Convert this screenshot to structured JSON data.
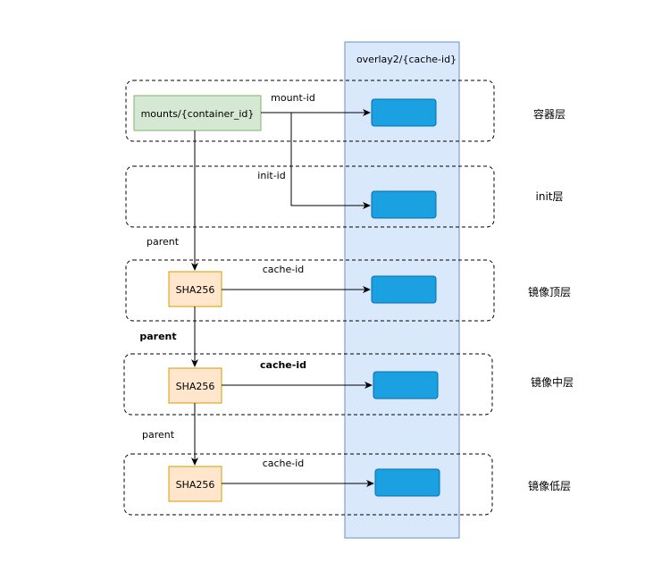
{
  "overlay": {
    "title": "overlay2/{cache-id}",
    "fill": "#dae8fc",
    "stroke": "#6c8ebf"
  },
  "container_node": {
    "label": "mounts/{container_id}",
    "fill": "#d5e8d4",
    "stroke": "#82b366"
  },
  "sha_nodes": {
    "top": "SHA256",
    "middle": "SHA256",
    "bottom": "SHA256",
    "fill": "#ffe6cc",
    "stroke": "#d79b00"
  },
  "cache_box_color": "#1ba1e2",
  "edges": {
    "mount_id": "mount-id",
    "init_id": "init-id",
    "cache_id_top": "cache-id",
    "cache_id_middle": "cache-id",
    "cache_id_bottom": "cache-id",
    "parent_1": "parent",
    "parent_2": "parent",
    "parent_3": "parent"
  },
  "layers": {
    "container": "容器层",
    "init": "init层",
    "image_top": "镜像顶层",
    "image_middle": "镜像中层",
    "image_bottom": "镜像低层"
  }
}
